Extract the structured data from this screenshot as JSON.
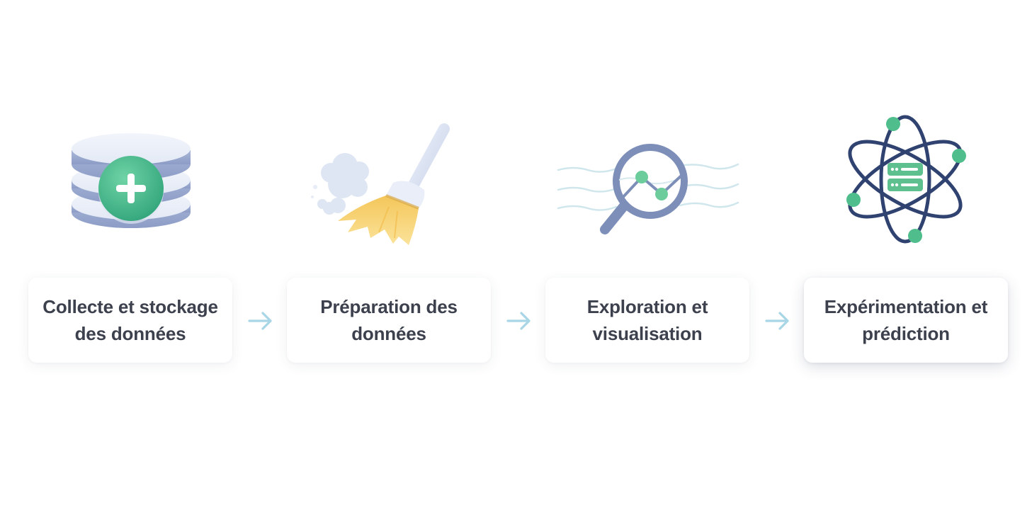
{
  "steps": [
    {
      "label_line1": "Collecte et stockage",
      "label_line2": "des données",
      "icon": "database-add-icon"
    },
    {
      "label_line1": "Préparation des",
      "label_line2": "données",
      "icon": "broom-icon"
    },
    {
      "label_line1": "Exploration et",
      "label_line2": "visualisation",
      "icon": "magnifier-chart-icon"
    },
    {
      "label_line1": "Expérimentation et",
      "label_line2": "prédiction",
      "icon": "atom-server-icon"
    }
  ],
  "active_step": 4,
  "colors": {
    "text": "#3d414e",
    "arrow": "#a9d6e6",
    "green": "#4fbe8c",
    "slate": "#7d8fb8",
    "navy": "#2f4270",
    "yellow": "#f7d774"
  }
}
